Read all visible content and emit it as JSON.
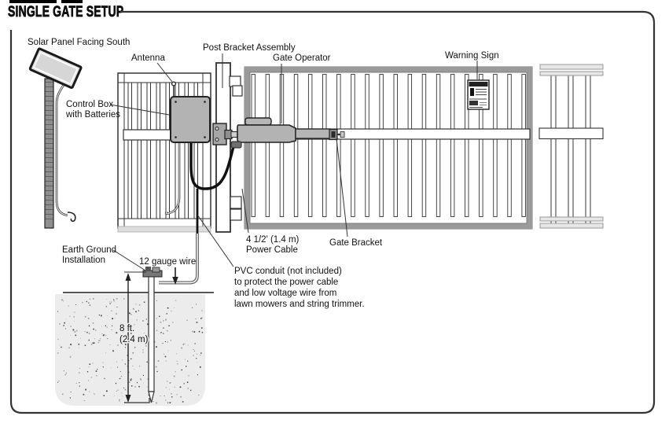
{
  "title": "SINGLE GATE SETUP",
  "labels": {
    "solar_panel": "Solar Panel Facing South",
    "antenna": "Antenna",
    "post_bracket_assembly": "Post Bracket Assembly",
    "gate_operator": "Gate Operator",
    "warning_sign": "Warning Sign",
    "control_box_line1": "Control Box",
    "control_box_line2": "with Batteries",
    "earth_ground_line1": "Earth Ground",
    "earth_ground_line2": "Installation",
    "gauge_wire": "12 gauge wire",
    "power_cable_line1": "4 1/2' (1.4 m)",
    "power_cable_line2": "Power Cable",
    "gate_bracket": "Gate Bracket",
    "pvc_note_line1": "PVC conduit (not included)",
    "pvc_note_line2": "to protect the power cable",
    "pvc_note_line3": "and low voltage wire from",
    "pvc_note_line4": "lawn mowers and string trimmer.",
    "rod_depth_line1": "8 ft.",
    "rod_depth_line2": "(2.4 m)"
  },
  "colors": {
    "outline": "#222222",
    "metal_gray": "#b3b3b3",
    "gate_frame_gray": "#9a9a9a",
    "ground_fill": "#ececec"
  }
}
